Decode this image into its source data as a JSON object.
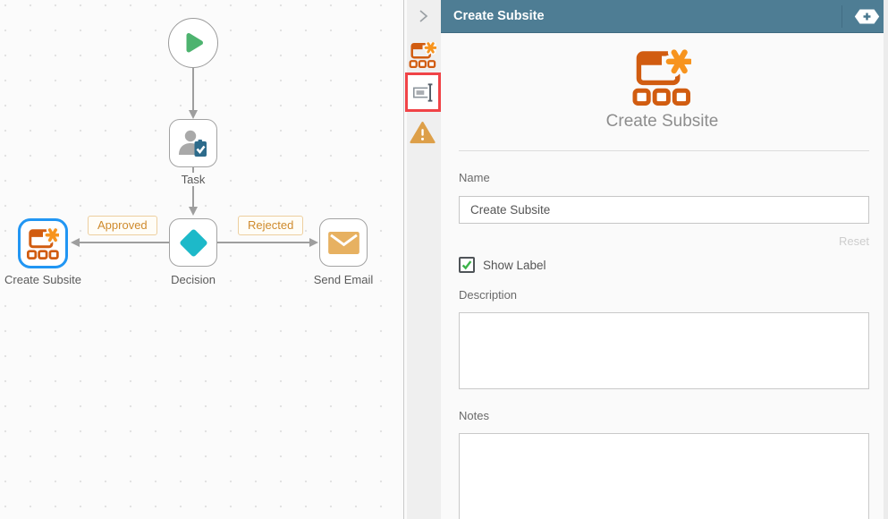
{
  "workflow": {
    "nodes": [
      {
        "id": "start",
        "type": "start",
        "label": ""
      },
      {
        "id": "task",
        "type": "task",
        "label": "Task"
      },
      {
        "id": "decision",
        "type": "decision",
        "label": "Decision"
      },
      {
        "id": "create-subsite",
        "type": "create-subsite",
        "label": "Create Subsite",
        "selected": true
      },
      {
        "id": "send-email",
        "type": "send-email",
        "label": "Send Email"
      }
    ],
    "branches": [
      {
        "label": "Approved"
      },
      {
        "label": "Rejected"
      }
    ]
  },
  "toolstrip": {
    "icons": [
      {
        "name": "collapse-panel-chevron"
      },
      {
        "name": "create-subsite-config"
      },
      {
        "name": "rename-tool",
        "highlighted": true
      },
      {
        "name": "warnings"
      }
    ]
  },
  "panel": {
    "header": {
      "title": "Create Subsite",
      "badge_icon": "plus-tag"
    },
    "hero": {
      "title": "Create Subsite",
      "icon": "create-subsite"
    },
    "form": {
      "name": {
        "label": "Name",
        "value": "Create Subsite",
        "reset_label": "Reset"
      },
      "show_label": {
        "label": "Show Label",
        "checked": true
      },
      "description": {
        "label": "Description",
        "value": ""
      },
      "notes": {
        "label": "Notes",
        "value": ""
      }
    }
  },
  "colors": {
    "header_teal": "#4e7d94",
    "orange_dark": "#d15c10",
    "orange_light": "#f7941e",
    "selection_blue": "#2196f3",
    "decision_teal": "#1db9c9",
    "start_green": "#4db36f",
    "warning_amber": "#dd9f48",
    "email_tan": "#e7b161",
    "highlight_red": "#f04347",
    "branch_label_orange": "#cf8b2d"
  }
}
